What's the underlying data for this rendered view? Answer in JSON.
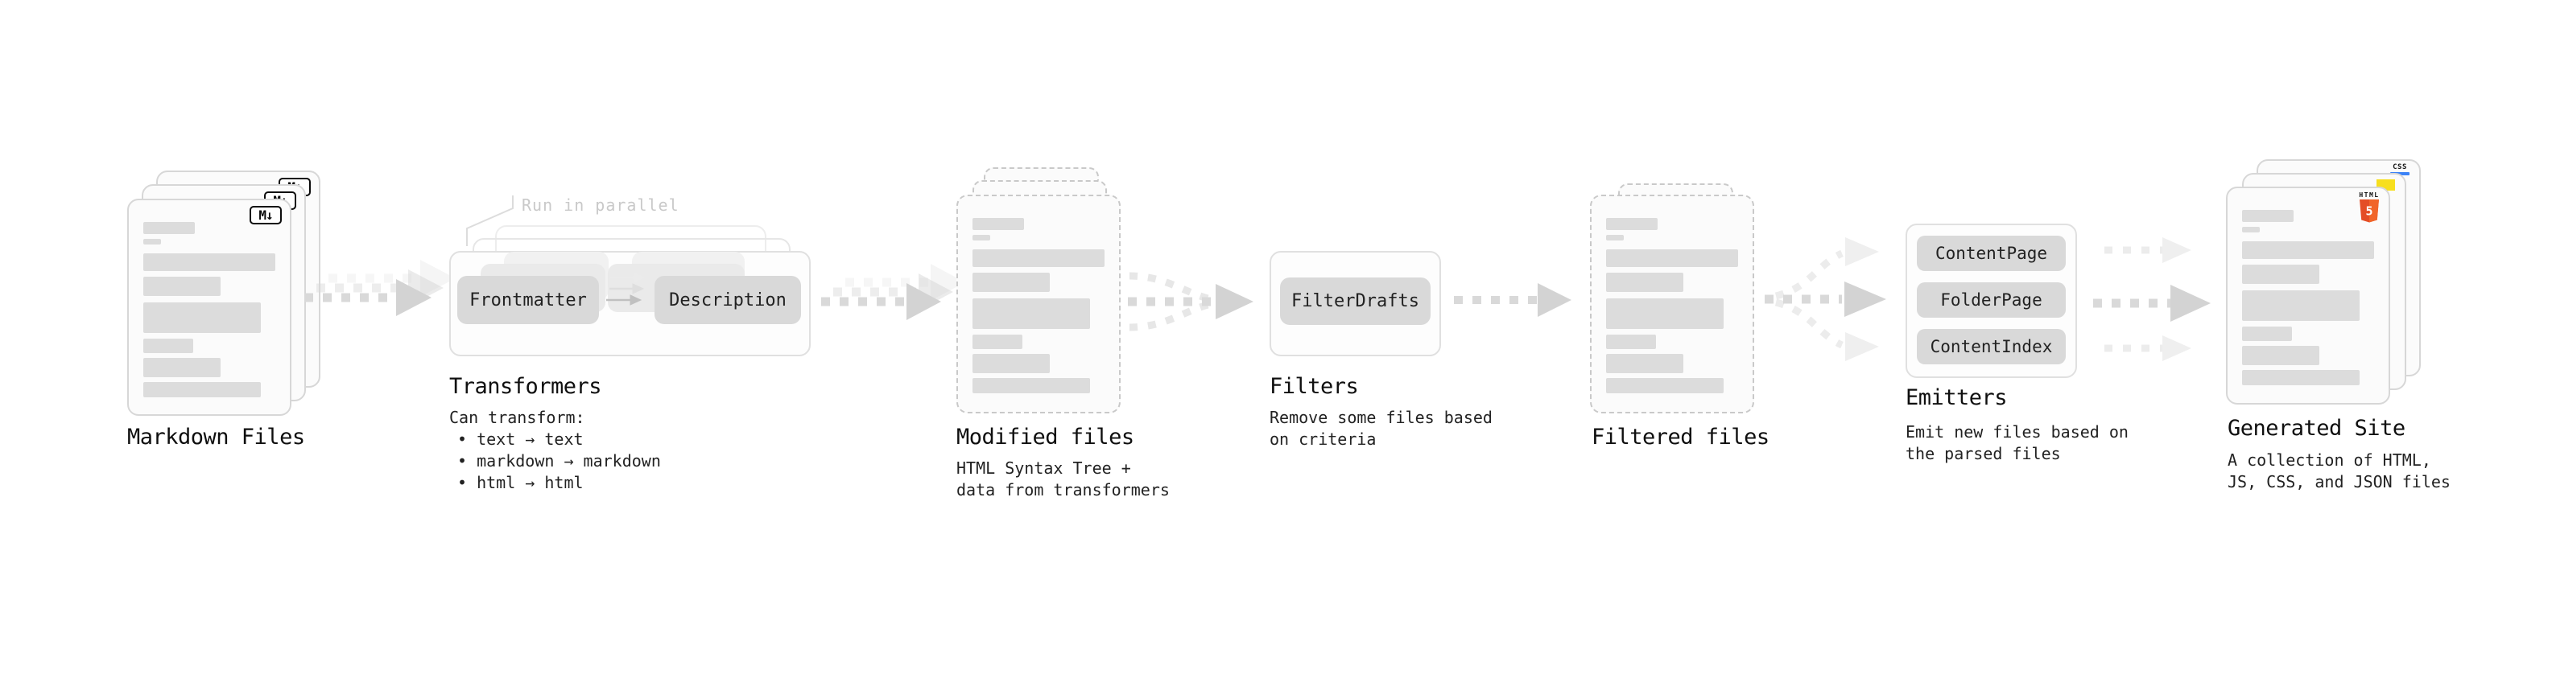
{
  "stages": {
    "markdown": {
      "title": "Markdown Files",
      "badge": "M↓"
    },
    "transformers": {
      "annotation": "Run in parallel",
      "input_pill": "Frontmatter",
      "output_pill": "Description",
      "title": "Transformers",
      "desc_heading": "Can transform:",
      "bullets": [
        "• text → text",
        "• markdown → markdown",
        "• html → html"
      ]
    },
    "modified": {
      "title": "Modified files",
      "desc_lines": [
        "HTML Syntax Tree +",
        "data from transformers"
      ]
    },
    "filters": {
      "pill": "FilterDrafts",
      "title": "Filters",
      "desc_lines": [
        "Remove some files based",
        "on criteria"
      ]
    },
    "filtered": {
      "title": "Filtered files"
    },
    "emitters": {
      "pills": [
        "ContentPage",
        "FolderPage",
        "ContentIndex"
      ],
      "title": "Emitters",
      "desc_lines": [
        "Emit new files based on",
        "the parsed files"
      ]
    },
    "generated": {
      "title": "Generated Site",
      "desc_lines": [
        "A collection of HTML,",
        "JS, CSS, and JSON files"
      ],
      "css_badge": "CSS",
      "html_badge_label": "HTML",
      "html_badge_number": "5"
    }
  },
  "colors": {
    "html5_shield": "#E44D26",
    "html5_shield_light": "#F16529",
    "js_badge": "#F7DF1E",
    "css_badge_bar": "#3B82F6",
    "arrow": "#d9d9d9",
    "skeleton_bar": "#dcdcdc"
  }
}
